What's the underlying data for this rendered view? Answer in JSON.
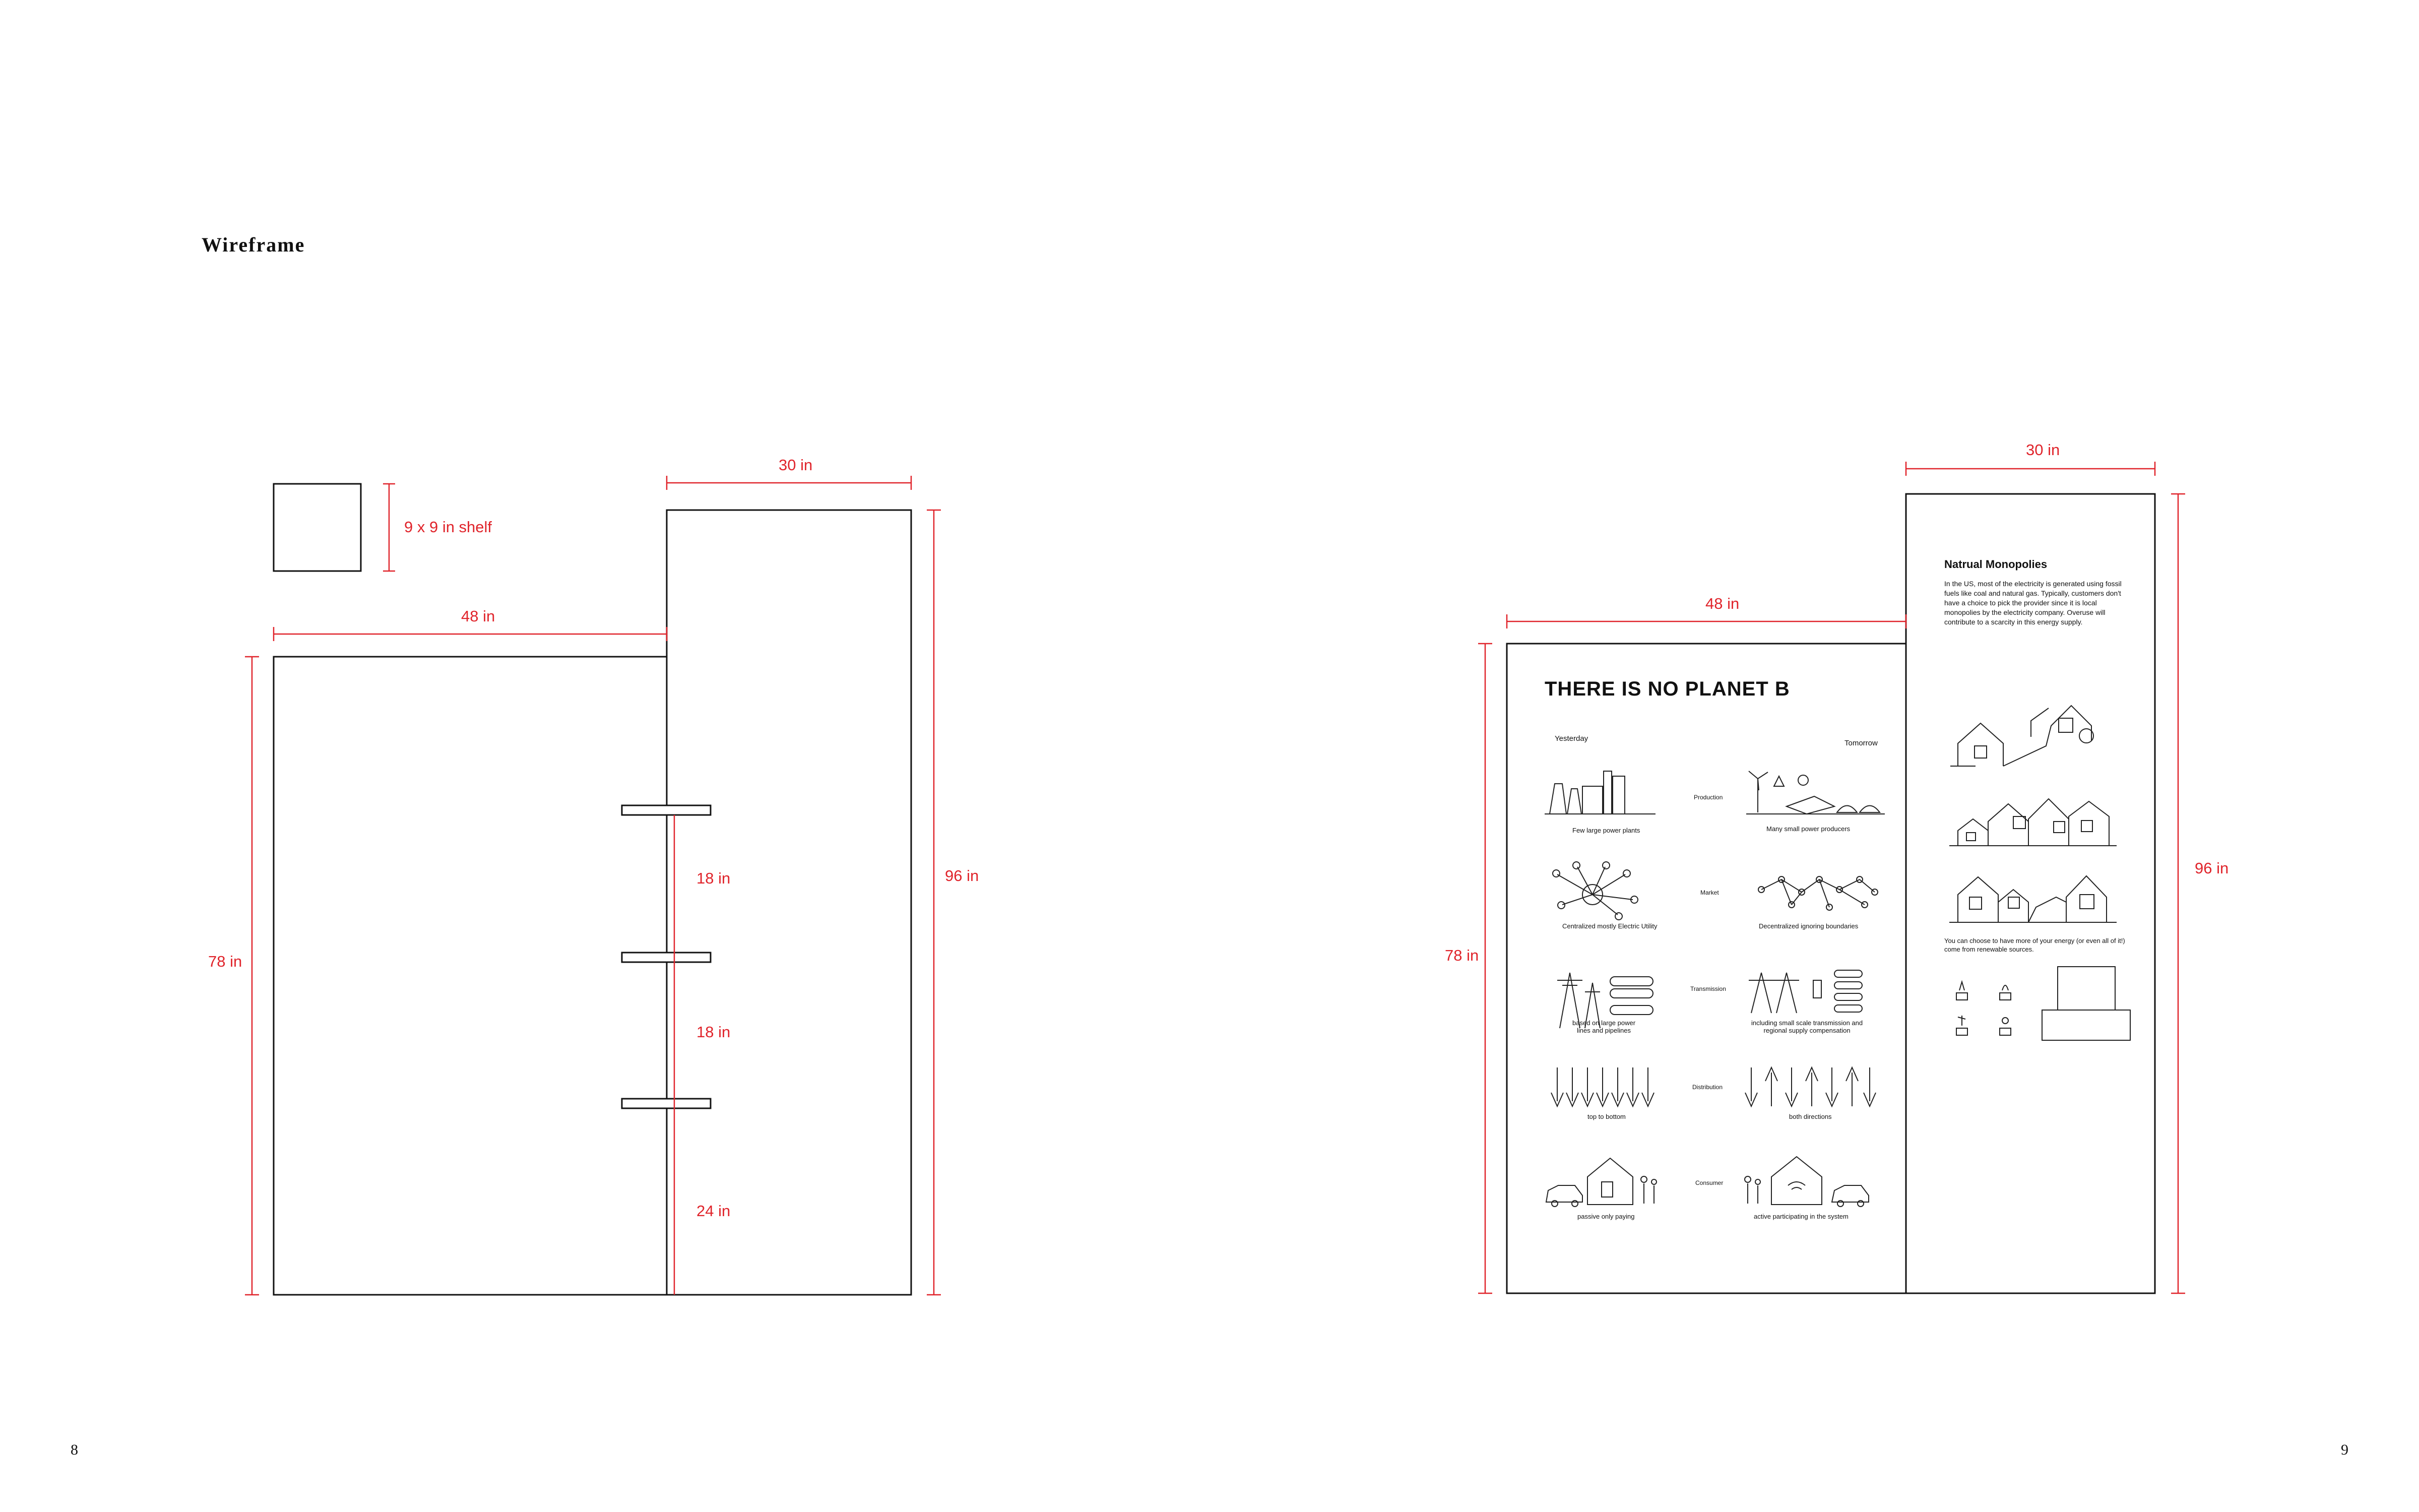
{
  "page": {
    "title": "Wireframe",
    "page_left": "8",
    "page_right": "9"
  },
  "left_wireframe": {
    "shelf_label": "9 x 9 in shelf",
    "width_main": "48 in",
    "width_side": "30 in",
    "height_main": "78 in",
    "height_side": "96 in",
    "gap_1": "18 in",
    "gap_2": "18 in",
    "gap_3": "24 in"
  },
  "right_layout": {
    "width_main": "48 in",
    "width_side": "30 in",
    "height_main": "78 in",
    "height_side": "96 in"
  },
  "panel": {
    "title": "THERE IS NO PLANET B",
    "yesterday": "Yesterday",
    "tomorrow": "Tomorrow",
    "rows": [
      {
        "label": "Production",
        "left": "Few large power plants",
        "right": "Many small power producers"
      },
      {
        "label": "Market",
        "left": "Centralized mostly Electric Utility",
        "right": "Decentralized ignoring boundaries"
      },
      {
        "label": "Transmission",
        "left": "based on large power\nlines and pipelines",
        "right": "including small scale transmission and\nregional supply compensation"
      },
      {
        "label": "Distribution",
        "left": "top to bottom",
        "right": "both directions"
      },
      {
        "label": "Consumer",
        "left": "passive only paying",
        "right": "active participating in the system"
      }
    ]
  },
  "side_panel": {
    "title": "Natrual Monopolies",
    "body": "In the US, most of the electricity is generated using fossil fuels like coal and natural gas. Typically, customers don't have a choice to pick the provider since it is local monopolies by the electricity company. Overuse will contribute to a scarcity in this energy supply.",
    "choose_text": "You can choose to have more of your energy (or even all of it!) come from renewable sources."
  },
  "colors": {
    "dimension": "#e0242b",
    "line": "#111111"
  }
}
